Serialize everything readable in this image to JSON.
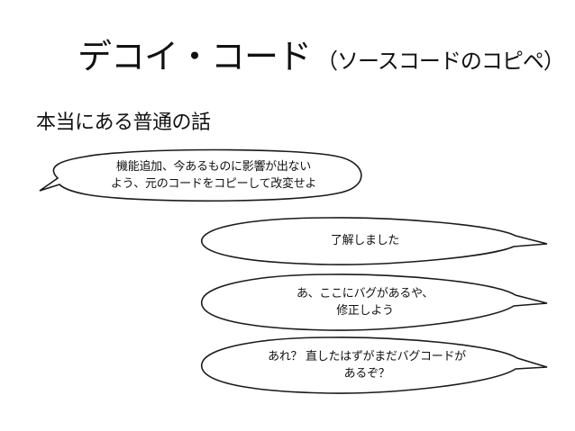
{
  "slide": {
    "title": "デコイ・コード",
    "title_note": "（ソースコードのコピペ）",
    "subtitle": "本当にある普通の話"
  },
  "bubbles": [
    {
      "text": "機能追加、今あるものに影響が出ない\nよう、元のコードをコピーして改変せよ"
    },
    {
      "text": "了解しました"
    },
    {
      "text": "あ、ここにバグがあるや、\n修正しよう"
    },
    {
      "text": "あれ？ 直したはずがまだバグコードが\nあるぞ？"
    }
  ]
}
